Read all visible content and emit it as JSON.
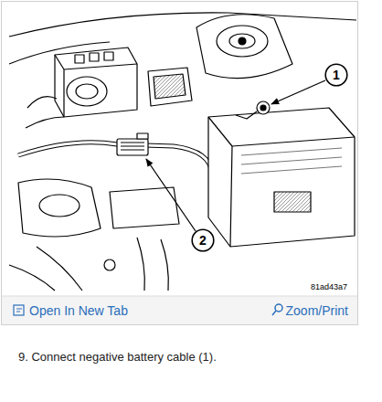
{
  "diagram": {
    "nodes": [
      {
        "text": [
          "1"
        ]
      },
      {
        "text": [
          "2"
        ]
      }
    ],
    "labels": [
      "81ad43a7",
      "Open In New Tab",
      "Zoom/Print",
      "9. Connect negative battery cable (1)."
    ]
  }
}
